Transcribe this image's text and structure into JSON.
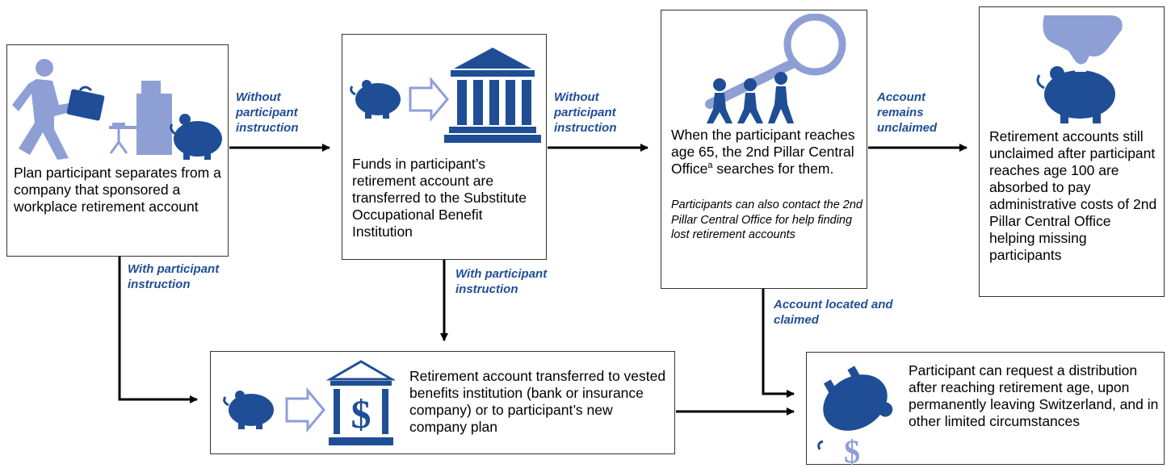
{
  "boxes": {
    "separate": "Plan participant separates from a company that sponsored a workplace retirement account",
    "substitute": "Funds in participant’s retirement account are transferred to the Substitute Occupational Benefit Institution",
    "search_main": "When the participant reaches age 65, the 2nd Pillar Central Office",
    "search_sup": "a",
    "search_tail": " searches for them.",
    "search_note": "Participants can also contact the 2nd Pillar Central Office for help finding lost retirement accounts",
    "absorbed": "Retirement accounts still unclaimed after participant reaches age 100 are absorbed to pay administrative costs of 2nd Pillar Central Office helping missing participants",
    "vested": "Retirement account transferred to vested benefits institution (bank or insurance company) or to  participant’s new company plan",
    "distribution": "Participant can request a distribution after reaching retirement age, upon permanently leaving Switzerland, and in other limited circumstances"
  },
  "labels": {
    "without1": "Without participant instruction",
    "without2": "Without participant instruction",
    "unclaimed": "Account remains unclaimed",
    "with1": "With participant instruction",
    "with2": "With participant instruction",
    "located": "Account located and claimed"
  },
  "icons": {
    "box1": "person-leaving-desk-with-piggy-bank-icon",
    "box2": "piggy-bank-to-institution-icon",
    "box3": "people-carrying-magnifying-glass-icon",
    "box4": "hand-dropping-coin-in-piggy-bank-icon",
    "box5": "piggy-bank-to-bank-dollar-icon",
    "box6": "piggy-bank-dollar-icon"
  },
  "colors": {
    "dark_blue": "#1f4e96",
    "light_blue": "#8e9fd6"
  }
}
